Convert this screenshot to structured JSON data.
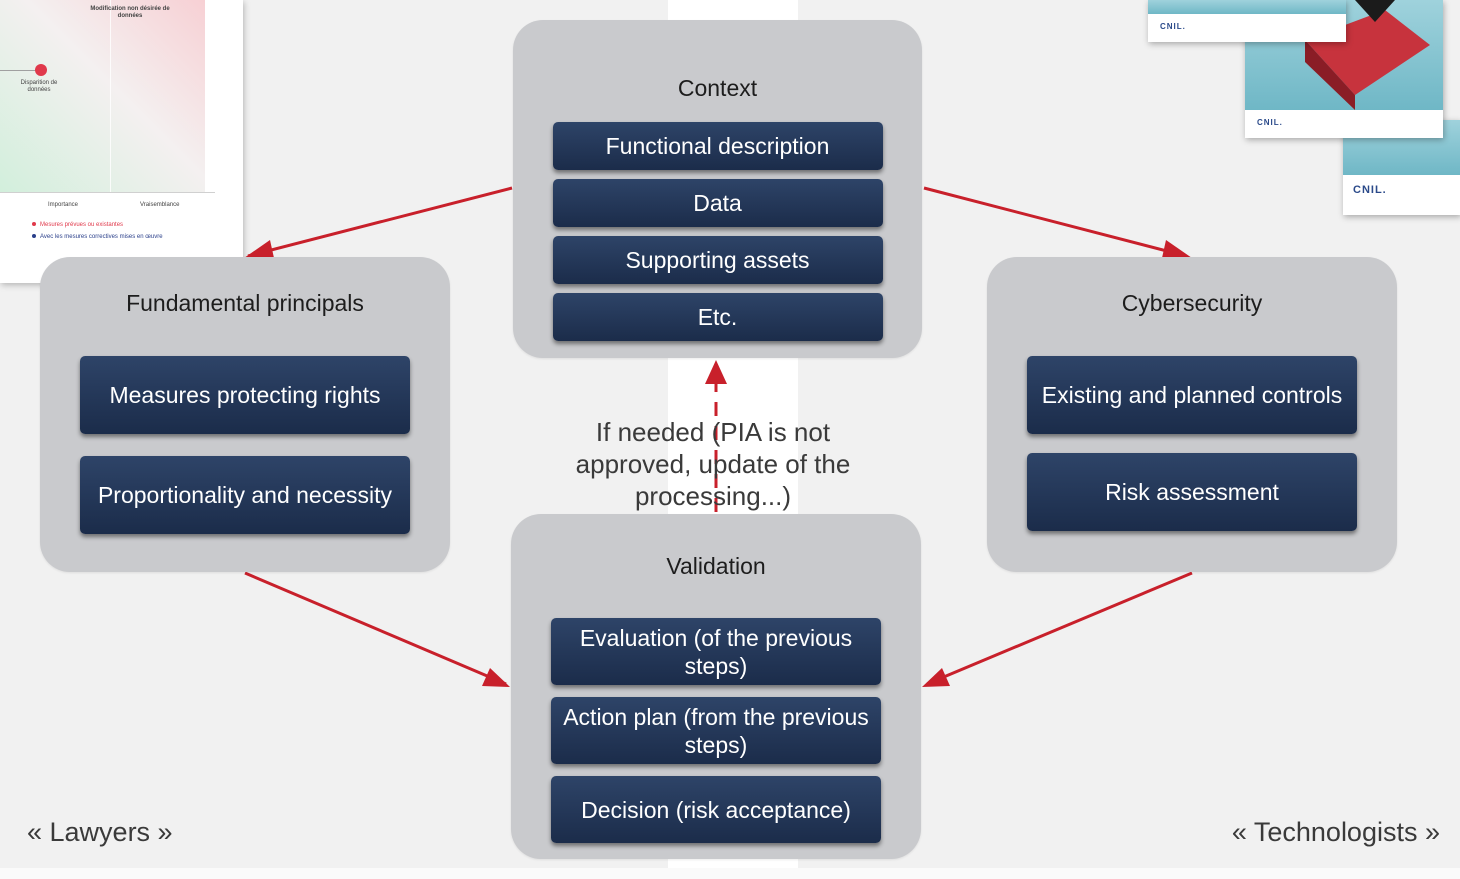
{
  "diagram": {
    "context": {
      "title": "Context",
      "items": [
        "Functional description",
        "Data",
        "Supporting assets",
        "Etc."
      ]
    },
    "fundamental": {
      "title": "Fundamental principals",
      "items": [
        "Measures protecting rights",
        "Proportionality and necessity"
      ]
    },
    "cybersecurity": {
      "title": "Cybersecurity",
      "items": [
        "Existing and planned controls",
        "Risk assessment"
      ]
    },
    "validation": {
      "title": "Validation",
      "items": [
        "Evaluation (of the previous steps)",
        "Action plan (from the previous steps)",
        "Decision (risk acceptance)"
      ]
    },
    "feedback_note": "If needed (PIA is not approved, update of the processing...)",
    "left_label": "« Lawyers »",
    "right_label": "« Technologists »"
  },
  "thumbnail_doc": {
    "heading": "Modification non désirée de données",
    "point_label": "Disparition de données",
    "axis_left": "Importance",
    "axis_right": "Vraisemblance",
    "legend": [
      "Mesures prévues ou existantes",
      "Avec les mesures correctives mises en œuvre"
    ]
  },
  "thumbnail_cnil": {
    "logo_text": "CNIL."
  },
  "colors": {
    "panel": "#c9cacd",
    "box": "#1f3152",
    "arrow": "#c8202b",
    "background": "#f1f1f1"
  }
}
